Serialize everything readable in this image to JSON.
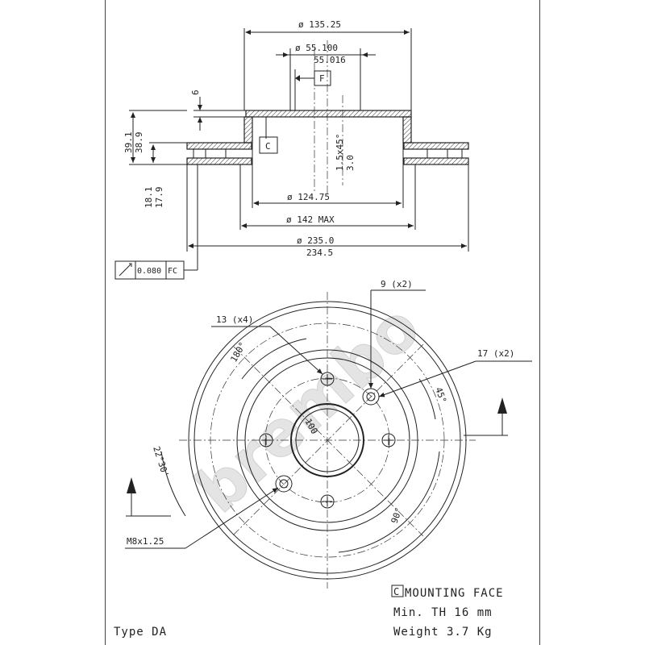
{
  "watermark": "brembo",
  "section": {
    "dia_top": "ø 135.25",
    "dia_bore_max": "ø 55.100",
    "dia_bore_min": "55.016",
    "datum_f": "F",
    "datum_c": "C",
    "hat_depth": "6",
    "thick_max": "39.1",
    "thick_min": "38.9",
    "vent_max": "18.1",
    "vent_min": "17.9",
    "chamfer": "1.5x45°",
    "chamfer2": "3.0",
    "dia_124": "ø 124.75",
    "dia_142": "ø 142 MAX",
    "dia_235": "ø 235.0",
    "dia_234": "234.5",
    "runout_value": "0.080",
    "runout_datum": "FC"
  },
  "front": {
    "holes_13": "13 (x4)",
    "holes_9": "9 (x2)",
    "holes_17": "17 (x2)",
    "pcd": "100",
    "angle_180": "180°",
    "angle_45": "45°",
    "angle_22": "22°30'",
    "angle_90": "90°",
    "thread": "M8x1.25"
  },
  "notes": {
    "c_box": "C",
    "mounting": "MOUNTING FACE",
    "min_th": "Min. TH 16   mm",
    "weight": "Weight  3.7  Kg",
    "type": "Type DA"
  }
}
